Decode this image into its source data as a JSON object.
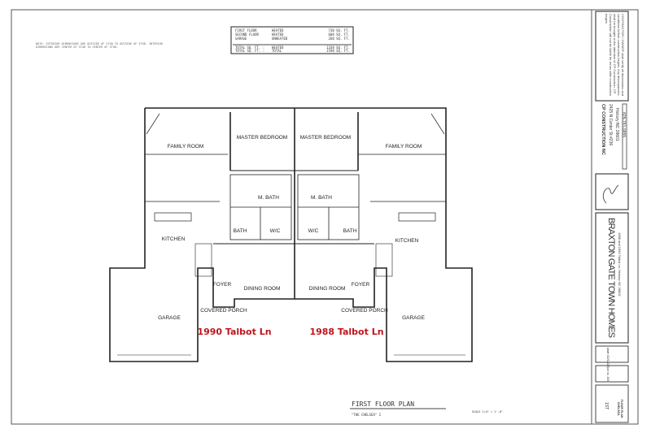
{
  "area_table": {
    "rows": [
      {
        "label": "FIRST FLOOR",
        "type": "HEATED",
        "area": "730 SQ. FT."
      },
      {
        "label": "SECOND FLOOR",
        "type": "HEATED",
        "area": "608 SQ. FT."
      },
      {
        "label": "GARAGE",
        "type": "UNHEATED",
        "area": "260 SQ. FT."
      }
    ],
    "totals": [
      {
        "label": "TOTAL SQ. FT. :",
        "type": "HEATED",
        "area": "1338 SQ. FT."
      },
      {
        "label": "TOTAL SQ. FT. :",
        "type": "TOTAL",
        "area": "1598 SQ. FT."
      }
    ]
  },
  "note": "NOTE: EXTERIOR DIMENSIONS ARE OUTSIDE OF STUD TO OUTSIDE OF STUD. INTERIOR DIMENSIONS ARE CENTER OF STUD TO CENTER OF STUD.",
  "rooms": {
    "left": [
      "FAMILY ROOM",
      "MASTER BEDROOM",
      "M. BATH",
      "BATH",
      "W/C",
      "KITCHEN",
      "FOYER",
      "DINING ROOM",
      "GARAGE",
      "COVERED PORCH"
    ],
    "right": [
      "MASTER BEDROOM",
      "FAMILY ROOM",
      "M. BATH",
      "W/C",
      "BATH",
      "KITCHEN",
      "FOYER",
      "DINING ROOM",
      "GARAGE",
      "COVERED PORCH"
    ]
  },
  "addresses": {
    "left": "1990 Talbot Ln",
    "right": "1988 Talbot Ln"
  },
  "plan_title": "FIRST FLOOR PLAN",
  "plan_subtitle": "\"THE CHELSEA\" I",
  "scale": "SCALE 1/4\" = 1'-0\"",
  "title_block": {
    "disclaimer": "CONTRACTOR / OWNER shall verify all dimensions and conditions before construction begins. Any discrepancies shall be brought to the attention of CP Construction. CP Construction will not be liable for errors after construction begins.",
    "company": "CP CONSTRUCTION NC",
    "address1": "2425 N Center St #236",
    "address2": "Hickory NC 28601",
    "phone": "828-781-9855",
    "project": "BRAXTON GATE TOWN HOMES",
    "project_address": "1988 and 1990 Talbot Ln. Hickory NC 28602",
    "date": "date 02/11/23",
    "job": "job no. 203",
    "sheet_code": "1ST",
    "sheet_name": "FLOOR PLAN CHELSEA"
  }
}
